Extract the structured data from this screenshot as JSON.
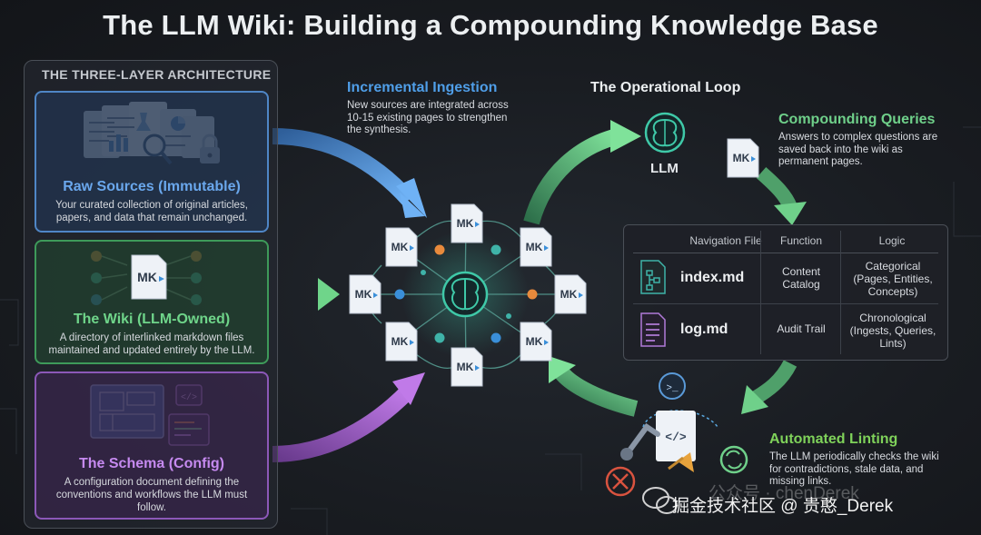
{
  "title": "The LLM Wiki: Building a Compounding Knowledge Base",
  "architecture": {
    "header": "THE THREE-LAYER ARCHITECTURE",
    "layers": [
      {
        "title": "Raw Sources (Immutable)",
        "description": "Your curated collection of original articles, papers, and data that remain unchanged.",
        "color": "#6aa7ec"
      },
      {
        "title": "The Wiki (LLM-Owned)",
        "description": "A directory of interlinked markdown files maintained and updated entirely by the LLM.",
        "color": "#6fd58a"
      },
      {
        "title": "The Schema (Config)",
        "description": "A configuration document defining the conventions and workflows the LLM must follow.",
        "color": "#c68af0"
      }
    ]
  },
  "incremental_ingestion": {
    "title": "Incremental Ingestion",
    "description": "New sources are integrated across 10-15 existing pages to strengthen the synthesis.",
    "color": "#4f9ee8"
  },
  "operational_loop": {
    "title": "The Operational Loop",
    "llm_label": "LLM"
  },
  "compounding_queries": {
    "title": "Compounding Queries",
    "description": "Answers to complex questions are saved back into the wiki as permanent pages.",
    "color": "#6fd08a"
  },
  "doc_badge": "MK",
  "navigation_table": {
    "headers": [
      "Navigation File",
      "Function",
      "Logic"
    ],
    "rows": [
      {
        "file": "index.md",
        "function": "Content Catalog",
        "logic": "Categorical (Pages, Entities, Concepts)"
      },
      {
        "file": "log.md",
        "function": "Audit Trail",
        "logic": "Chronological (Ingests, Queries, Lints)"
      }
    ]
  },
  "automated_linting": {
    "title": "Automated Linting",
    "description": "The LLM periodically checks the wiki for contradictions, stale data, and missing links.",
    "color": "#7fd25a"
  },
  "watermark": {
    "main": "掘金技术社区 @ 贵憨_Derek",
    "faint": "公众号 · chenDerek"
  }
}
